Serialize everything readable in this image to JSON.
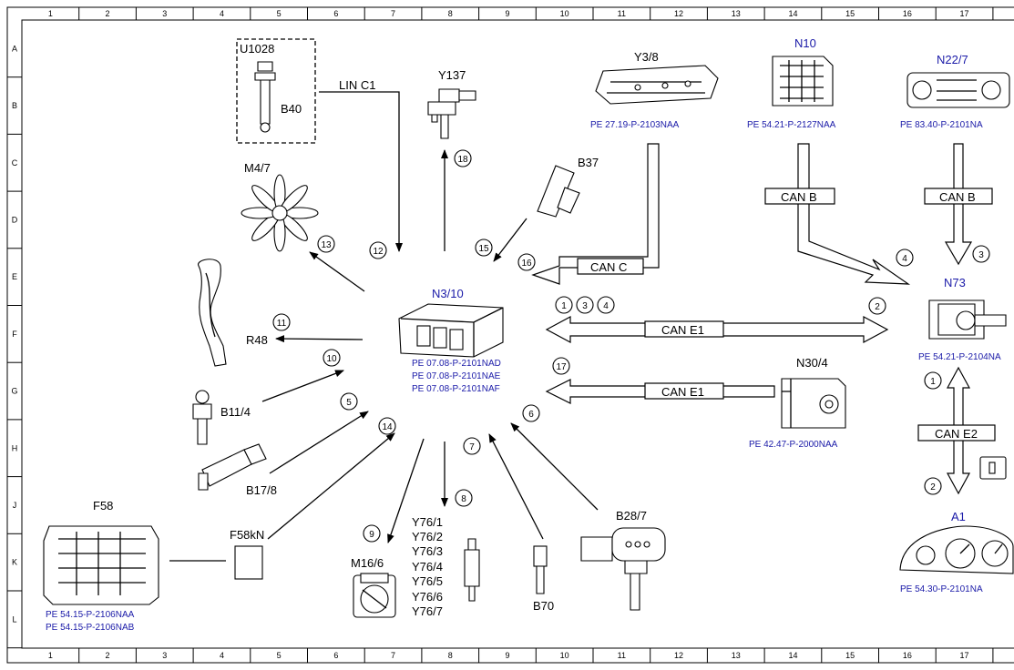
{
  "grid": {
    "columns": [
      "1",
      "2",
      "3",
      "4",
      "5",
      "6",
      "7",
      "8",
      "9",
      "10",
      "11",
      "12",
      "13",
      "14",
      "15",
      "16",
      "17"
    ],
    "rows": [
      "A",
      "B",
      "C",
      "D",
      "E",
      "F",
      "G",
      "H",
      "J",
      "K",
      "L"
    ]
  },
  "components": {
    "u1028": "U1028",
    "b40": "B40",
    "y137": "Y137",
    "y3_8": "Y3/8",
    "n10": "N10",
    "n22_7": "N22/7",
    "m4_7": "M4/7",
    "b37": "B37",
    "n3_10": "N3/10",
    "n73": "N73",
    "r48": "R48",
    "b11_4": "B11/4",
    "b17_8": "B17/8",
    "n30_4": "N30/4",
    "f58": "F58",
    "f58kn": "F58kN",
    "m16_6": "M16/6",
    "y76": [
      "Y76/1",
      "Y76/2",
      "Y76/3",
      "Y76/4",
      "Y76/5",
      "Y76/6",
      "Y76/7"
    ],
    "b70": "B70",
    "b28_7": "B28/7",
    "a1": "A1"
  },
  "references": {
    "y3_8": "PE 27.19-P-2103NAA",
    "n10": "PE 54.21-P-2127NAA",
    "n22_7": "PE 83.40-P-2101NA",
    "n3_10": [
      "PE 07.08-P-2101NAD",
      "PE 07.08-P-2101NAE",
      "PE 07.08-P-2101NAF"
    ],
    "n73": "PE 54.21-P-2104NA",
    "n30_4": "PE 42.47-P-2000NAA",
    "f58": [
      "PE 54.15-P-2106NAA",
      "PE 54.15-P-2106NAB"
    ],
    "a1": "PE 54.30-P-2101NA"
  },
  "buses": {
    "lin_c1": "LIN C1",
    "can_c": "CAN C",
    "can_b_n10": "CAN B",
    "can_b_n22": "CAN B",
    "can_e1_top": "CAN E1",
    "can_e1_bottom": "CAN E1",
    "can_e2": "CAN E2"
  },
  "signals": {
    "s18": "18",
    "s12": "12",
    "s13": "13",
    "s15": "15",
    "s16": "16",
    "s4_top": "4",
    "s3_top": "3",
    "s1": "1",
    "s3": "3",
    "s4": "4",
    "s2": "2",
    "s11": "11",
    "s10": "10",
    "s5": "5",
    "s14": "14",
    "s17": "17",
    "s6": "6",
    "s7": "7",
    "s8": "8",
    "s9": "9",
    "s1_right": "1",
    "s2_right": "2"
  }
}
